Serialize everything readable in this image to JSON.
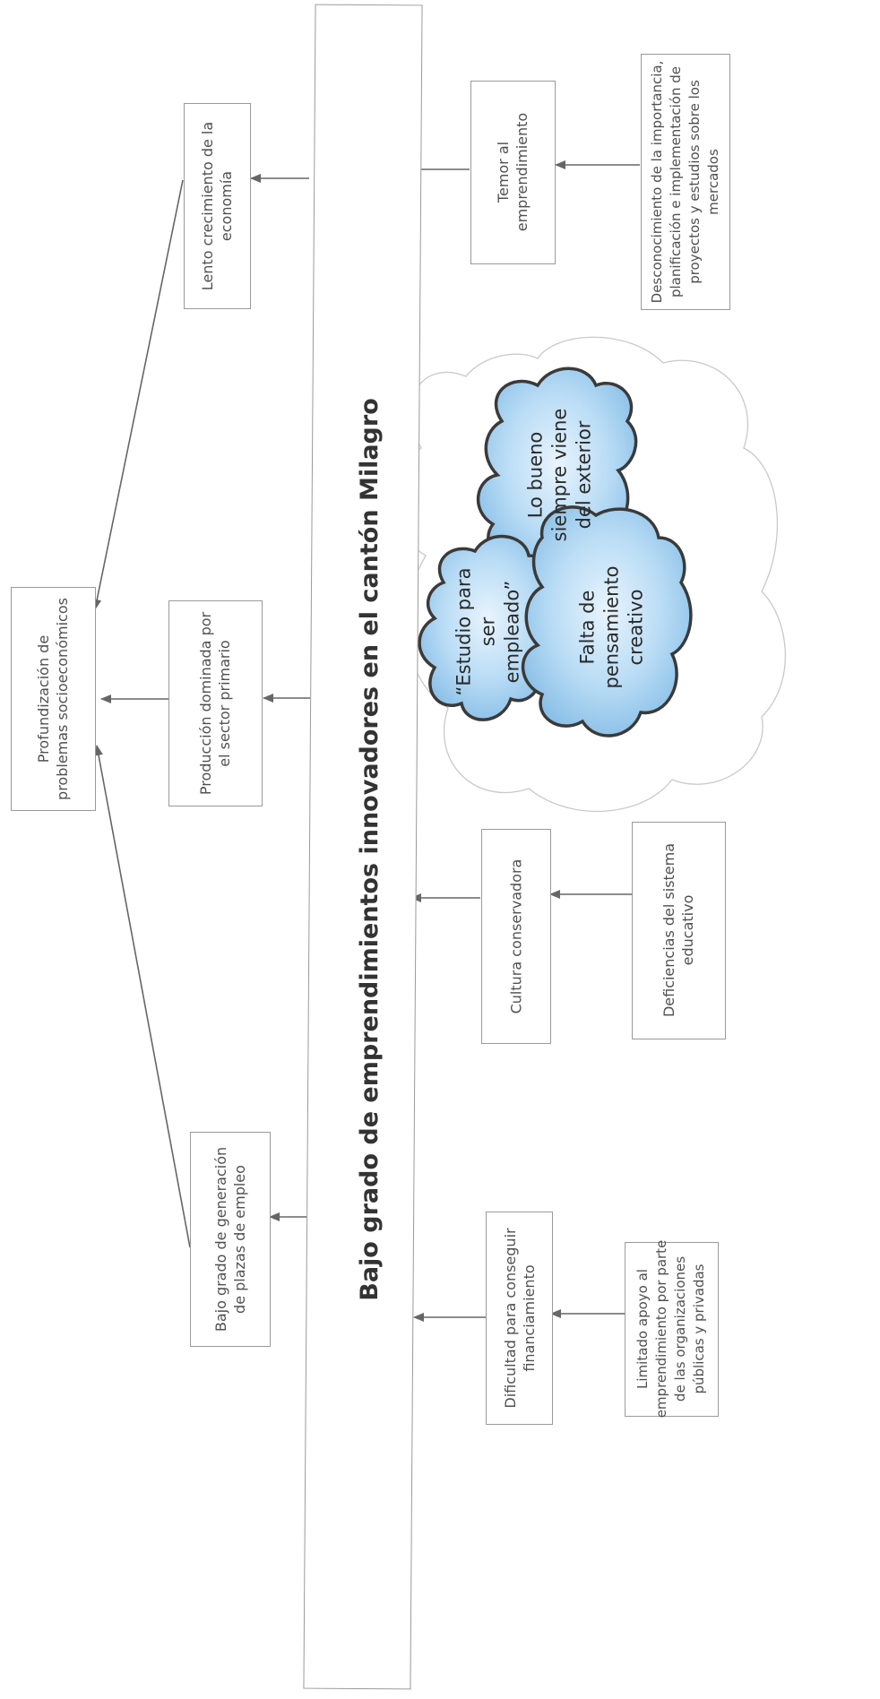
{
  "problem": "Bajo grado de emprendimientos innovadores en el cantón Milagro",
  "final_effect": "Profundización de problemas socioeconómicos",
  "effects": [
    "Lento crecimiento de la economía",
    "Producción dominada por el sector primario",
    "Bajo grado de generación de plazas de empleo"
  ],
  "causes": [
    "Temor al emprendimiento",
    "Cultura conservadora",
    "Dificultad para conseguir financiamiento"
  ],
  "root_causes": [
    "Desconocimiento de la importancia, planificación e implementación de proyectos y estudios sobre los mercados",
    "Deficiencias del sistema educativo",
    "Limitado apoyo al emprendimiento por parte de las organizaciones públicas y privadas"
  ],
  "cloud_beliefs": [
    "Lo bueno siempre viene del exterior",
    "“Estudio para ser empleado”",
    "Falta de pensamiento creativo"
  ],
  "colors": {
    "line": "#666666",
    "box_border": "#9a9a9a",
    "cloud_fill": "#a9d2f0",
    "cloud_stroke": "#3a3a3a"
  }
}
